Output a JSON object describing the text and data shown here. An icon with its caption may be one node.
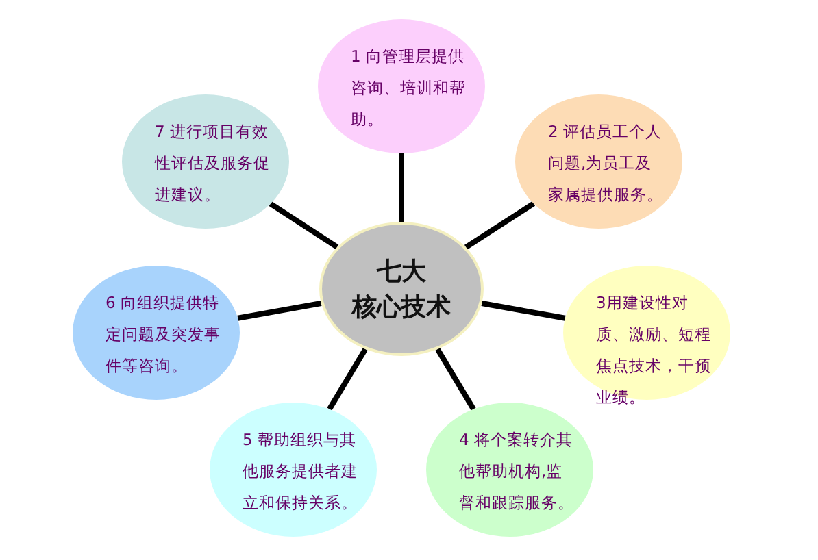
{
  "diagram": {
    "nodes": [
      {
        "text": [
          "七大",
          "核心技术"
        ]
      },
      {
        "text": [
          "1 向管理层提供咨询、培训和帮助。"
        ]
      },
      {
        "text": [
          "2 评估员工个人问题,为员工及家属提供服务。"
        ]
      },
      {
        "text": [
          "3用建设性对质、激励、短程焦点技术，干预业绩。"
        ]
      },
      {
        "text": [
          "4 将个案转介其他帮助机构,监督和跟踪服务。"
        ]
      },
      {
        "text": [
          "5 帮助组织与其他服务提供者建立和保持关系。"
        ]
      },
      {
        "text": [
          "6 向组织提供特定问题及突发事件等咨询。"
        ]
      },
      {
        "text": [
          "7 进行项目有效性评估及服务促进建议。"
        ]
      }
    ],
    "edges": [
      {
        "from": 0,
        "to": 1,
        "arrow": "none"
      },
      {
        "from": 0,
        "to": 2,
        "arrow": "none"
      },
      {
        "from": 0,
        "to": 3,
        "arrow": "none"
      },
      {
        "from": 0,
        "to": 4,
        "arrow": "none"
      },
      {
        "from": 0,
        "to": 5,
        "arrow": "none"
      },
      {
        "from": 0,
        "to": 6,
        "arrow": "none"
      },
      {
        "from": 0,
        "to": 7,
        "arrow": "none"
      }
    ]
  }
}
